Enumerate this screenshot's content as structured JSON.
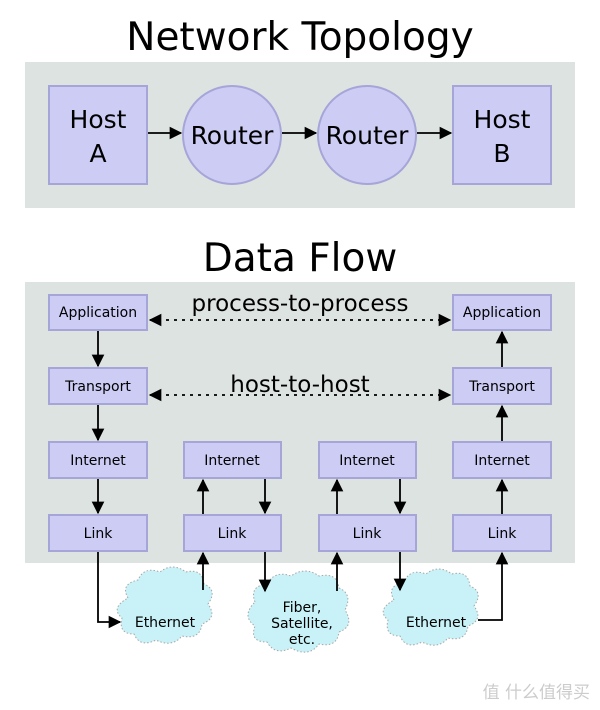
{
  "topology": {
    "title": "Network Topology",
    "host_a": [
      "Host",
      "A"
    ],
    "router_1": "Router",
    "router_2": "Router",
    "host_b": [
      "Host",
      "B"
    ]
  },
  "dataflow": {
    "title": "Data Flow",
    "left_stack": [
      "Application",
      "Transport",
      "Internet",
      "Link"
    ],
    "right_stack": [
      "Application",
      "Transport",
      "Internet",
      "Link"
    ],
    "router_1_stack": [
      "Internet",
      "Link"
    ],
    "router_2_stack": [
      "Internet",
      "Link"
    ],
    "process_label": "process-to-process",
    "host_label": "host-to-host",
    "media": {
      "ethernet_1": "Ethernet",
      "fiber": [
        "Fiber,",
        "Satellite,",
        "etc."
      ],
      "ethernet_2": "Ethernet"
    }
  },
  "watermark": "值 什么值得买"
}
